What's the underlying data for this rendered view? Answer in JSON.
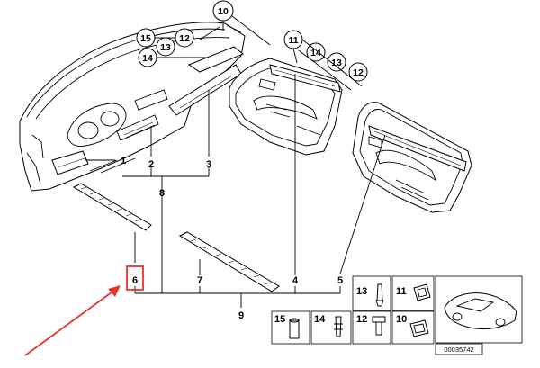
{
  "diagram": {
    "callouts": {
      "c10": "10",
      "c15": "15",
      "c13a": "13",
      "c12a": "12",
      "c14a": "14",
      "c11": "11",
      "c14b": "14",
      "c13b": "13",
      "c12b": "12"
    },
    "labels": {
      "p1": "1",
      "p2": "2",
      "p3": "3",
      "p4": "4",
      "p5": "5",
      "p6": "6",
      "p7": "7",
      "p8": "8",
      "p9": "9"
    },
    "legend": {
      "l13": "13",
      "l11": "11",
      "l15": "15",
      "l14": "14",
      "l12": "12",
      "l10": "10"
    },
    "catalog_number": "00035742"
  },
  "colors": {
    "highlight": "#e8332c",
    "ink": "#000000"
  }
}
